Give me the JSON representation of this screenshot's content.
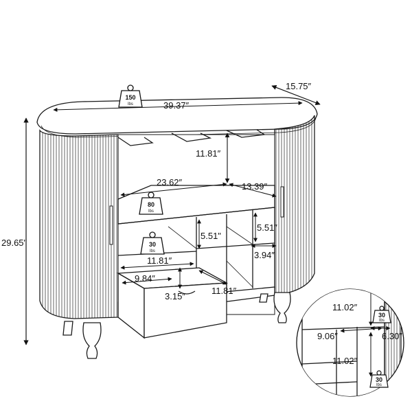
{
  "dimensions": {
    "depth": "15.75″",
    "width": "39.37″",
    "height": "29.65\"",
    "rack_height": "11.81″",
    "shelf_width": "23.62″",
    "shelf_depth": "13.39″",
    "cube_height": "5.51\"",
    "cube_width": "5.51″",
    "cube_depth": "3.94″",
    "lower_width": "11.81″",
    "drawer_depth": "9.84″",
    "drawer_height": "3.15″",
    "drawer_width": "11.81″",
    "side_upper": "11.02″",
    "side_lower": "11.02″",
    "side_depth": "9.06″",
    "side_width": "6.30″"
  },
  "weights": {
    "top": {
      "value": "150",
      "unit": "lbs"
    },
    "shelf": {
      "value": "80",
      "unit": "lbs"
    },
    "lower": {
      "value": "30",
      "unit": "lbs"
    },
    "side_upper": {
      "value": "30",
      "unit": "lbs"
    },
    "side_lower": {
      "value": "30",
      "unit": "lbs"
    }
  },
  "icons": [
    "weight-icon",
    "wine-glass-rack-icon",
    "drawer-icon",
    "cabinet-door-icon"
  ]
}
